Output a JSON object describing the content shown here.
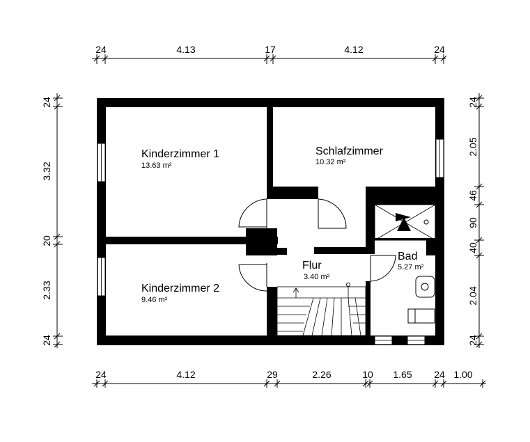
{
  "rooms": [
    {
      "name": "Kinderzimmer 1",
      "area": "13.63 m²"
    },
    {
      "name": "Schlafzimmer",
      "area": "10.32 m²"
    },
    {
      "name": "Kinderzimmer 2",
      "area": "9.46 m²"
    },
    {
      "name": "Flur",
      "area": "3.40 m²"
    },
    {
      "name": "Bad",
      "area": "5.27 m²"
    }
  ],
  "dimensions": {
    "top": [
      "24",
      "4.13",
      "17",
      "4.12",
      "24"
    ],
    "bottom": [
      "24",
      "4.12",
      "29",
      "2.26",
      "10",
      "1.65",
      "24",
      "1.00"
    ],
    "left": [
      "24",
      "3.32",
      "20",
      "2.33",
      "24"
    ],
    "right": [
      "24",
      "2.05",
      "46",
      "90",
      "40",
      "2.04",
      "24"
    ]
  }
}
